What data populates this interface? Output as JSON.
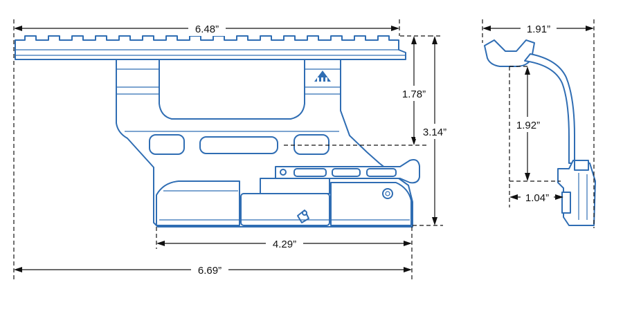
{
  "front_view": {
    "overall_rail_length": "6.48”",
    "rail_to_mount_height": "1.78”",
    "total_height": "3.14”",
    "base_length": "4.29”",
    "overall_length": "6.69”"
  },
  "side_view": {
    "rail_width": "1.91”",
    "vertical_height": "1.92”",
    "offset_width": "1.04”"
  },
  "colors": {
    "part_outline": "#2f6db3",
    "dimension_lines": "#111111"
  },
  "icons": {
    "logo": "utg-logo-icon"
  }
}
